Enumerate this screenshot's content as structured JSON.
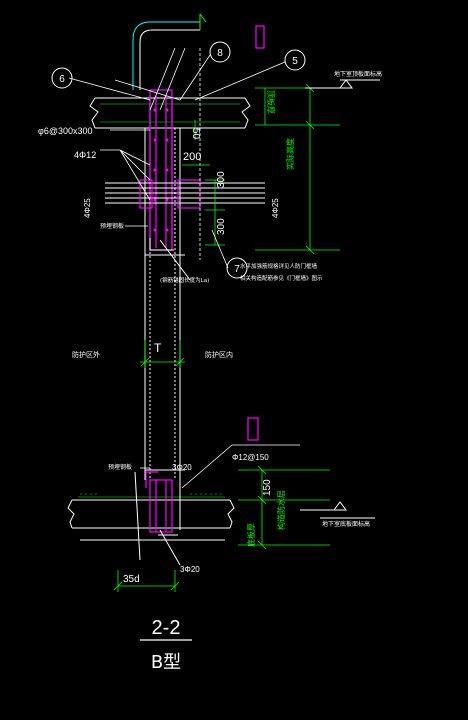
{
  "title": {
    "section": "2-2",
    "type": "B型"
  },
  "markers": {
    "m6": "6",
    "m8": "8",
    "m5": "5",
    "m7": "7"
  },
  "labels": {
    "anchor_note": "φ6@300x300",
    "bars_4_12": "4Φ12",
    "bars_4_25_left": "4Φ25",
    "bars_4_25_right": "4Φ25",
    "dim_50": "50",
    "dim_200": "200",
    "dim_300a": "300",
    "dim_300b": "300",
    "dim_T": "T",
    "dim_150": "150",
    "dim_35d": "35d",
    "bars_3_20_top": "3Φ20",
    "bars_3_20_bottom": "3Φ20",
    "stirrup_12_150": "Φ12@150",
    "left_side": "防护区外",
    "right_side": "防护区内",
    "top_slab_text": "地下室顶板面标高",
    "bottom_slab_text": "地下室底板面标高",
    "top_plate_thk": "顶板厚",
    "actual_height": "实际高度",
    "bottom_plate_thk": "底板厚",
    "waterproof_layer": "构造防水层",
    "embedded_plate_top": "预埋钢板",
    "embedded_plate_bottom": "预埋钢板",
    "note7_line1": "水平加强筋规格详见人防门框墙",
    "note7_line2": "相关构造配筋参见《门框墙》图示",
    "note_rebar": "(钢筋锚固长度为La)"
  },
  "colors": {
    "wall": "#ffffff",
    "dimension": "#00ff00",
    "rebar": "#ff00ff",
    "leader": "#00ffff",
    "hatch": "#00ff00",
    "marker": "#ffffff",
    "note": "#ffff00"
  }
}
